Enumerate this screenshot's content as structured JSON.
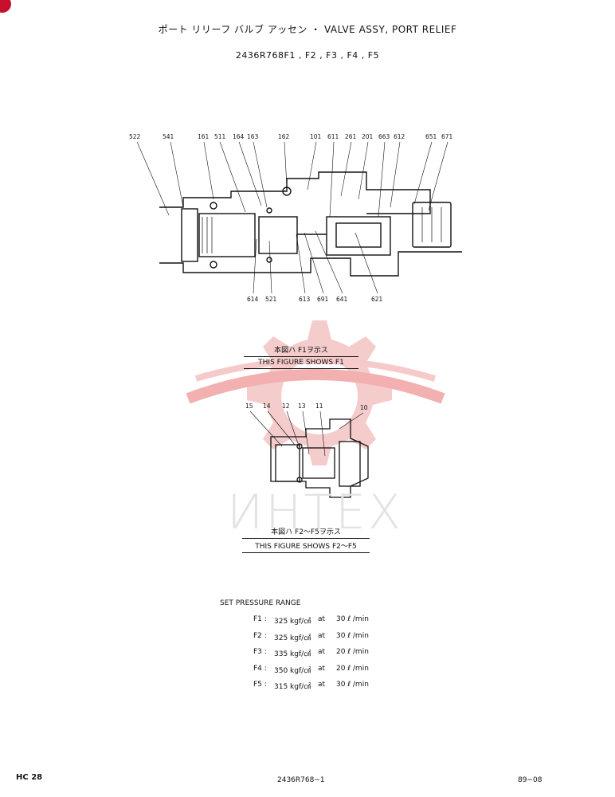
{
  "header": {
    "title": "ポート リリーフ バルブ アッセン ・ VALVE ASSY, PORT RELIEF",
    "subtitle": "2436R768F1 , F2 , F3 , F4 , F5"
  },
  "figure1": {
    "top_callouts": [
      "522",
      "541",
      "161",
      "511",
      "164",
      "163",
      "162",
      "101",
      "611",
      "261",
      "201",
      "663",
      "612",
      "651",
      "671"
    ],
    "bottom_callouts": [
      "614",
      "521",
      "613",
      "691",
      "641",
      "621"
    ],
    "caption_jp": "本図ハ F1ヲ示ス",
    "caption_en": "THIS FIGURE SHOWS F1"
  },
  "figure2": {
    "callouts": [
      "15",
      "14",
      "12",
      "13",
      "11",
      "10"
    ],
    "caption_jp": "本図ハ F2〜F5ヲ示ス",
    "caption_en": "THIS FIGURE SHOWS F2〜F5"
  },
  "watermark": {
    "text": "ИНТЕХ",
    "color": "#f2b8b8"
  },
  "pressure": {
    "heading": "SET PRESSURE RANGE",
    "rows": [
      {
        "model": "F1 :",
        "pressure": "325 kgf/㎠",
        "at": "at",
        "flow": "30 ℓ /min"
      },
      {
        "model": "F2 :",
        "pressure": "325 kgf/㎠",
        "at": "at",
        "flow": "30 ℓ /min"
      },
      {
        "model": "F3 :",
        "pressure": "335 kgf/㎠",
        "at": "at",
        "flow": "20 ℓ /min"
      },
      {
        "model": "F4 :",
        "pressure": "350 kgf/㎠",
        "at": "at",
        "flow": "20 ℓ /min"
      },
      {
        "model": "F5 :",
        "pressure": "315 kgf/㎠",
        "at": "at",
        "flow": "30 ℓ /min"
      }
    ]
  },
  "footer": {
    "left": "HC 28",
    "center": "2436R768−1",
    "right": "89−08"
  }
}
